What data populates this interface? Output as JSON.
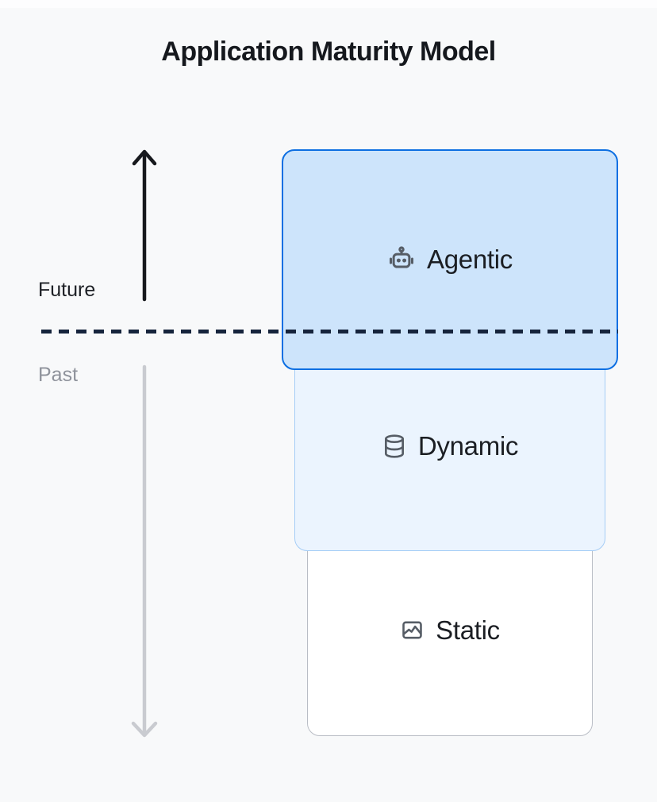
{
  "title": "Application Maturity Model",
  "axis": {
    "future_label": "Future",
    "past_label": "Past",
    "up_arrow_color": "#17191d",
    "down_arrow_color": "#c9cbd0",
    "divider_color": "#16243c"
  },
  "levels": [
    {
      "label": "Agentic",
      "icon": "robot-icon",
      "fill": "#cde4fb",
      "border": "#0d6fe2",
      "position": "future"
    },
    {
      "label": "Dynamic",
      "icon": "database-icon",
      "fill": "#ebf4fe",
      "border": "#a5cdf6",
      "position": "past"
    },
    {
      "label": "Static",
      "icon": "image-icon",
      "fill": "#ffffff",
      "border": "#b9bdc5",
      "position": "past"
    }
  ],
  "colors": {
    "page_background": "#f8f9fa",
    "title_text": "#15181d",
    "label_text": "#1b1e23",
    "icon_gray": "#565d66"
  }
}
